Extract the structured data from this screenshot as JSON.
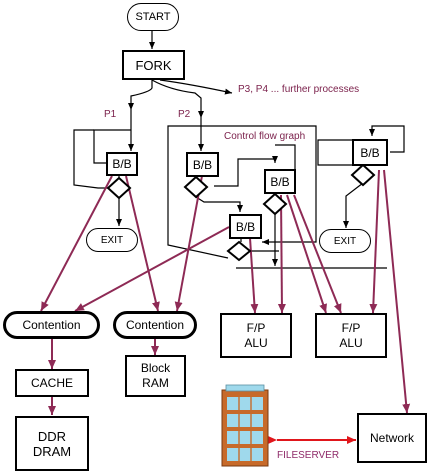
{
  "nodes": {
    "start": "START",
    "fork": "FORK",
    "bb": "B/B",
    "exit": "EXIT",
    "contention": "Contention",
    "cache": "CACHE",
    "block_ram": [
      "Block",
      "RAM"
    ],
    "fp_alu": [
      "F/P",
      "ALU"
    ],
    "ddr_dram": [
      "DDR",
      "DRAM"
    ],
    "network": "Network"
  },
  "labels": {
    "further": "P3, P4 ... further processes",
    "p1": "P1",
    "p2": "P2",
    "cfg": "Control flow graph",
    "fileserver": "FILESERVER"
  },
  "colors": {
    "black": "#000000",
    "maroon": "#8e2a55",
    "red": "#e0161b",
    "server_blue": "#9fd9ec",
    "server_frame": "#c76a2a"
  }
}
